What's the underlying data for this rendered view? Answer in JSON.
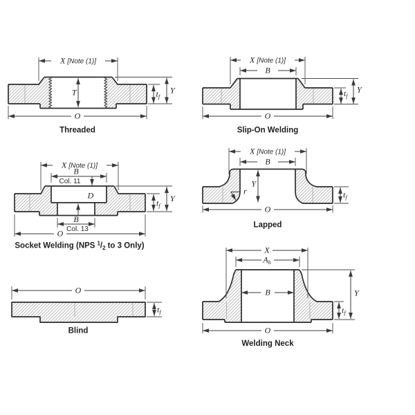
{
  "labels": {
    "x": "X",
    "note": "[Note (1)]",
    "b": "B",
    "o": "O",
    "t": "T",
    "d": "D",
    "y": "Y",
    "r": "r",
    "tf_main": "t",
    "tf_sub": "f",
    "ah_main": "A",
    "ah_sub": "h",
    "col11": "Col. 11",
    "col13": "Col. 13"
  },
  "captions": {
    "threaded": "Threaded",
    "slip_on": "Slip-On Welding",
    "socket_pre": "Socket Welding (NPS",
    "socket_frac_num": "1",
    "socket_frac_slash": "/",
    "socket_frac_den": "2",
    "socket_post": "to 3 Only)",
    "lapped": "Lapped",
    "blind": "Blind",
    "welding_neck": "Welding Neck"
  },
  "colors": {
    "outline": "#2d2d2d",
    "hatch": "#b4b4b4",
    "dimension": "#3a3a3a",
    "text": "#1f1f1f",
    "background": "#ffffff"
  }
}
